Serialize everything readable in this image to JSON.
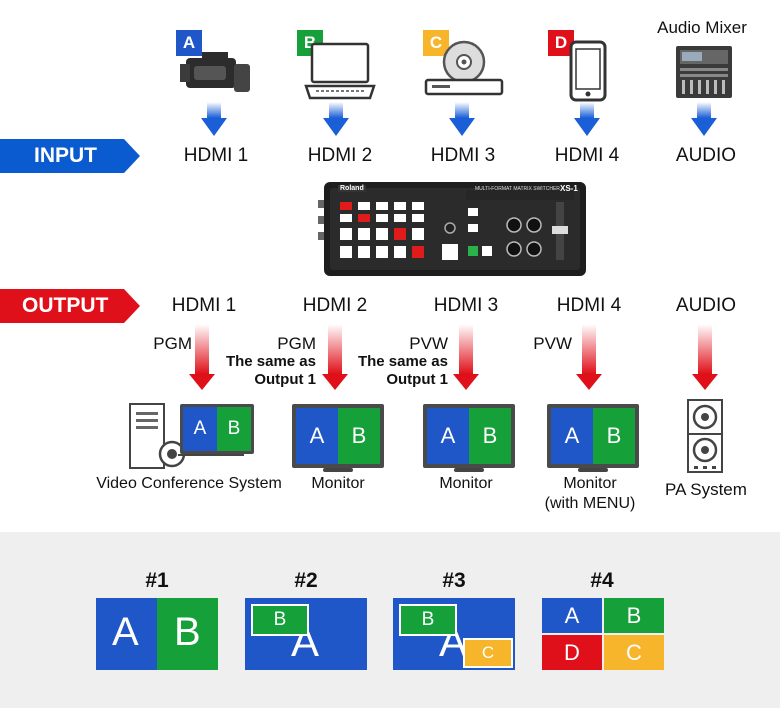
{
  "sources": [
    {
      "badge": "A",
      "badge_color": "#1f57c8",
      "icon": "camcorder-icon",
      "label": "HDMI 1"
    },
    {
      "badge": "B",
      "badge_color": "#15a03a",
      "icon": "laptop-icon",
      "label": "HDMI 2"
    },
    {
      "badge": "C",
      "badge_color": "#f6b52a",
      "icon": "disc-player-icon",
      "label": "HDMI 3"
    },
    {
      "badge": "D",
      "badge_color": "#e0101a",
      "icon": "smartphone-icon",
      "label": "HDMI 4"
    },
    {
      "title": "Audio Mixer",
      "icon": "audio-mixer-icon",
      "label": "AUDIO"
    }
  ],
  "input_tag": "INPUT",
  "output_tag": "OUTPUT",
  "device": {
    "brand": "Roland",
    "model_caption": "MULTI-FORMAT MATRIX SWITCHER",
    "model": "XS-1"
  },
  "outputs": [
    {
      "label": "HDMI 1",
      "signal": "PGM",
      "note1": "",
      "note2": "",
      "device": "Video Conference System",
      "device2": ""
    },
    {
      "label": "HDMI 2",
      "signal": "PGM",
      "note1": "The same as",
      "note2": "Output 1",
      "device": "Monitor",
      "device2": ""
    },
    {
      "label": "HDMI 3",
      "signal": "PVW",
      "note1": "The same as",
      "note2": "Output 1",
      "device": "Monitor",
      "device2": ""
    },
    {
      "label": "HDMI 4",
      "signal": "PVW",
      "note1": "",
      "note2": "",
      "device": "Monitor",
      "device2": "(with MENU)"
    },
    {
      "label": "AUDIO",
      "signal": "",
      "note1": "",
      "note2": "",
      "device": "PA System",
      "device2": ""
    }
  ],
  "screen_letters": {
    "a": "A",
    "b": "B"
  },
  "layouts": [
    {
      "num": "#1",
      "a": "A",
      "b": "B"
    },
    {
      "num": "#2",
      "main": "A",
      "pip": "B"
    },
    {
      "num": "#3",
      "main": "A",
      "pip1": "B",
      "pip2": "C"
    },
    {
      "num": "#4",
      "q1": "A",
      "q2": "B",
      "q3": "D",
      "q4": "C"
    }
  ],
  "colors": {
    "input": "#0a5bd0",
    "output": "#e0101a",
    "A": "#1f57c8",
    "B": "#15a03a",
    "C": "#f6b52a",
    "D": "#e0101a"
  }
}
